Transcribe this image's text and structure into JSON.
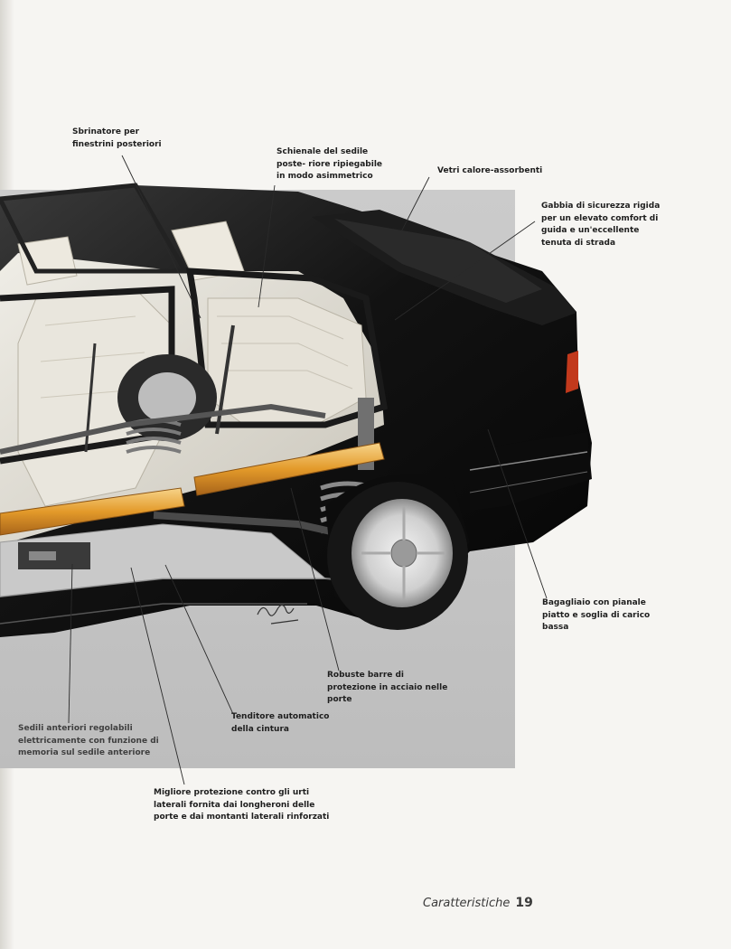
{
  "callouts": {
    "rear_defroster": "Sbrinatore per finestrini posteriori",
    "rear_seatback": "Schienale del sedile poste- riore ripiegabile in modo asimmetrico",
    "heat_glass": "Vetri calore-assorbenti",
    "safety_cage": "Gabbia di sicurezza rigida per un elevato comfort di guida e un'eccellente tenuta di strada",
    "luggage": "Bagagliaio con pianale piatto e soglia di carico bassa",
    "door_bars": "Robuste barre di protezione in acciaio nelle porte",
    "belt_tensioner": "Tenditore automatico della cintura",
    "front_seats": "Sedili anteriori regolabili elettricamente con funzione di memoria sul sedile anteriore",
    "side_protection": "Migliore protezione contro gli urti laterali fornita dai longheroni delle porte e dai montanti laterali rinforzati"
  },
  "footer": {
    "section": "Caratteristiche",
    "page_number": "19"
  },
  "colors": {
    "panel_gray": "#c6c6c6",
    "car_body": "#141414",
    "door_beam_orange": "#e0a030",
    "label_text": "#1e1e1e"
  }
}
